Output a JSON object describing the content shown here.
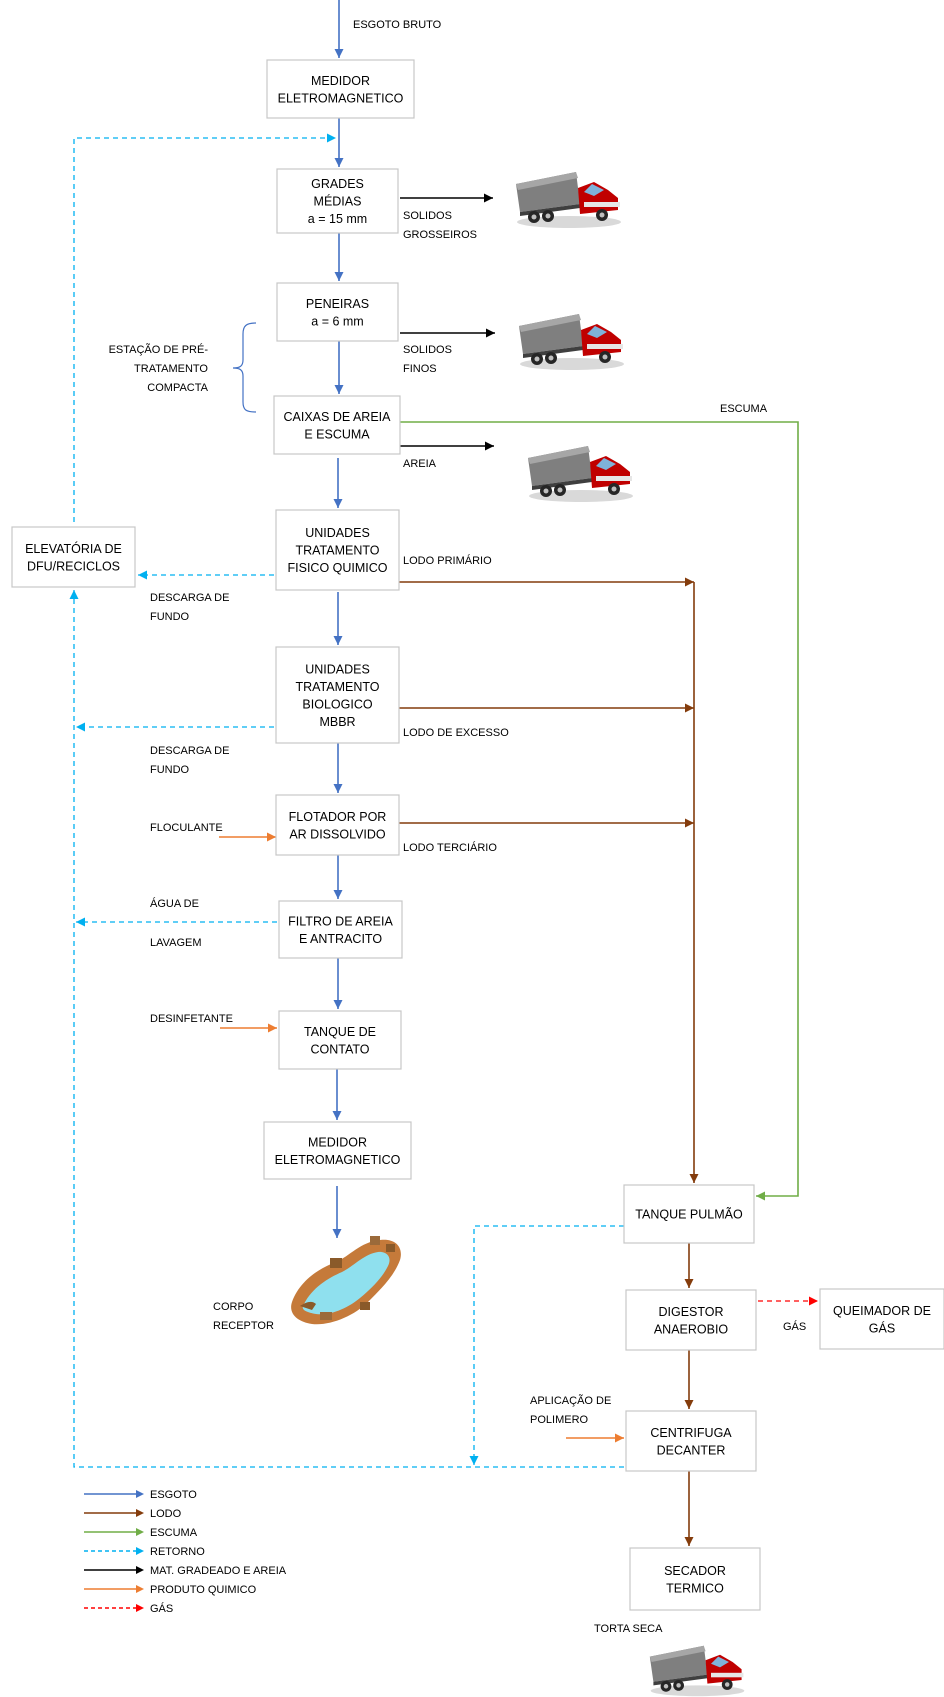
{
  "colors": {
    "esgoto": "#4472C4",
    "lodo": "#843C0C",
    "escuma": "#70AD47",
    "retorno": "#00B0F0",
    "material": "#000000",
    "quimico": "#ED7D31",
    "gas": "#FF0000",
    "box_border": "#c7c7c7"
  },
  "top_label": "ESGOTO BRUTO",
  "boxes": {
    "medidor1": [
      "MEDIDOR",
      "ELETROMAGNETICO"
    ],
    "grades": [
      "GRADES",
      "MÉDIAS",
      "a = 15 mm"
    ],
    "peneiras": [
      "PENEIRAS",
      "a = 6 mm"
    ],
    "caixas": [
      "CAIXAS DE AREIA",
      "E ESCUMA"
    ],
    "fisico": [
      "UNIDADES",
      "TRATAMENTO",
      "FISICO QUIMICO"
    ],
    "biologico": [
      "UNIDADES",
      "TRATAMENTO",
      "BIOLOGICO",
      "MBBR"
    ],
    "flotador": [
      "FLOTADOR POR",
      "AR DISSOLVIDO"
    ],
    "filtro": [
      "FILTRO DE AREIA",
      "E ANTRACITO"
    ],
    "tanque_contato": [
      "TANQUE DE",
      "CONTATO"
    ],
    "medidor2": [
      "MEDIDOR",
      "ELETROMAGNETICO"
    ],
    "elevatoria": [
      "ELEVATÓRIA DE",
      "DFU/RECICLOS"
    ],
    "tanque_pulmao": [
      "TANQUE PULMÃO"
    ],
    "digestor": [
      "DIGESTOR",
      "ANAEROBIO"
    ],
    "queimador": [
      "QUEIMADOR DE",
      "GÁS"
    ],
    "centrifuga": [
      "CENTRIFUGA",
      "DECANTER"
    ],
    "secador": [
      "SECADOR",
      "TERMICO"
    ]
  },
  "labels": {
    "solidos_grosseiros": [
      "SOLIDOS",
      "GROSSEIROS"
    ],
    "solidos_finos": [
      "SOLIDOS",
      "FINOS"
    ],
    "areia": [
      "AREIA"
    ],
    "escuma": [
      "ESCUMA"
    ],
    "estacao": [
      "ESTAÇÃO DE PRÉ-",
      "TRATAMENTO",
      "COMPACTA"
    ],
    "lodo_primario": [
      "LODO PRIMÁRIO"
    ],
    "descarga1": [
      "DESCARGA DE",
      "FUNDO"
    ],
    "lodo_excesso": [
      "LODO DE EXCESSO"
    ],
    "descarga2": [
      "DESCARGA DE",
      "FUNDO"
    ],
    "floculante": [
      "FLOCULANTE"
    ],
    "lodo_terciario": [
      "LODO TERCIÁRIO"
    ],
    "agua_de": [
      "ÁGUA DE"
    ],
    "lavagem": [
      "LAVAGEM"
    ],
    "desinfetante": [
      "DESINFETANTE"
    ],
    "corpo_receptor": [
      "CORPO",
      "RECEPTOR"
    ],
    "gas": [
      "GÁS"
    ],
    "aplicacao": [
      "APLICAÇÃO DE",
      "POLIMERO"
    ],
    "torta_seca": [
      "TORTA SECA"
    ]
  },
  "legend": [
    {
      "label": "ESGOTO",
      "color": "#4472C4",
      "dashed": false
    },
    {
      "label": "LODO",
      "color": "#843C0C",
      "dashed": false
    },
    {
      "label": "ESCUMA",
      "color": "#70AD47",
      "dashed": false
    },
    {
      "label": "RETORNO",
      "color": "#00B0F0",
      "dashed": true
    },
    {
      "label": "MAT. GRADEADO E AREIA",
      "color": "#000000",
      "dashed": false
    },
    {
      "label": "PRODUTO QUIMICO",
      "color": "#ED7D31",
      "dashed": false
    },
    {
      "label": "GÁS",
      "color": "#FF0000",
      "dashed": true
    }
  ],
  "icons": {
    "truck": "dump-truck-icon",
    "pond": "receiving-water-body-icon"
  }
}
